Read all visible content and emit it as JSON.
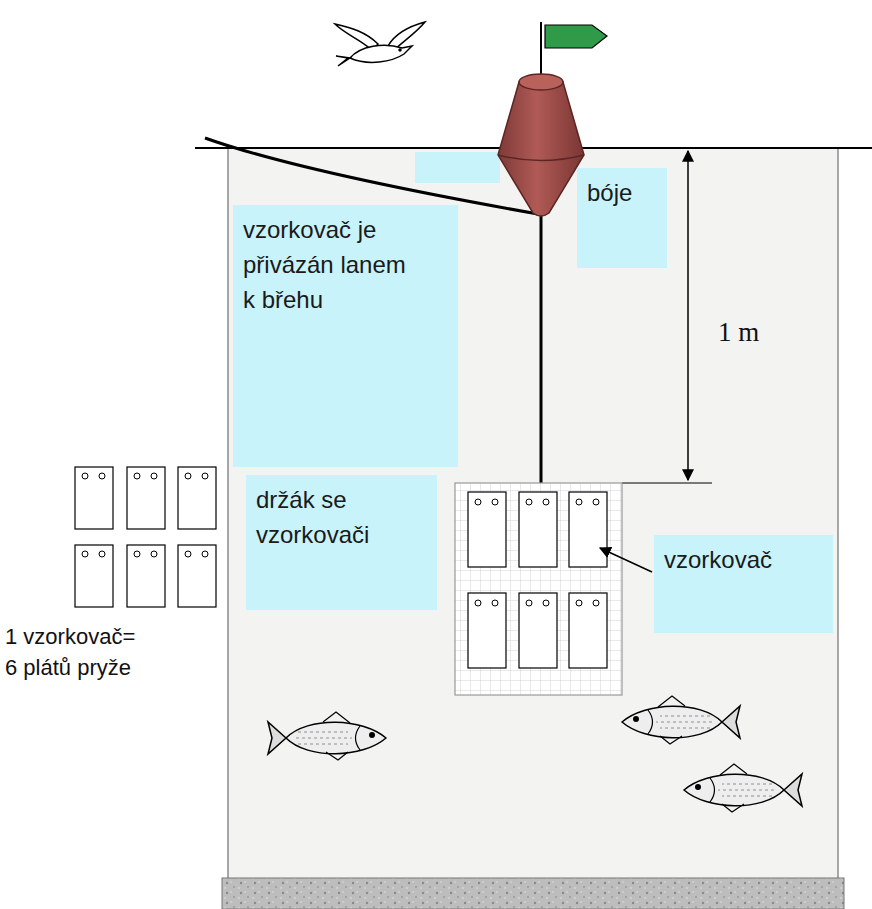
{
  "diagram": {
    "nodes": [
      {
        "text": [
          "vzorkovač je přivázán lanem k břehu"
        ]
      },
      {
        "text": [
          "bóje"
        ]
      },
      {
        "text": [
          "držák se vzorkovači"
        ]
      },
      {
        "text": [
          "vzorkovač"
        ]
      }
    ],
    "labels": [
      "1 m",
      "1 vzorkovač= 6 plátů pryže"
    ]
  }
}
